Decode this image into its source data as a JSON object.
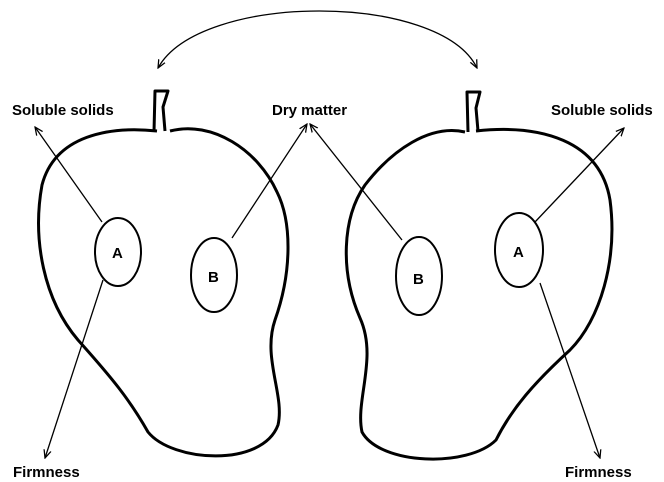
{
  "labels": {
    "top_left": "Soluble solids",
    "top_center": "Dry matter",
    "top_right": "Soluble solids",
    "bottom_left": "Firmness",
    "bottom_right": "Firmness"
  },
  "regions": {
    "left_a": "A",
    "left_b": "B",
    "right_b": "B",
    "right_a": "A"
  }
}
